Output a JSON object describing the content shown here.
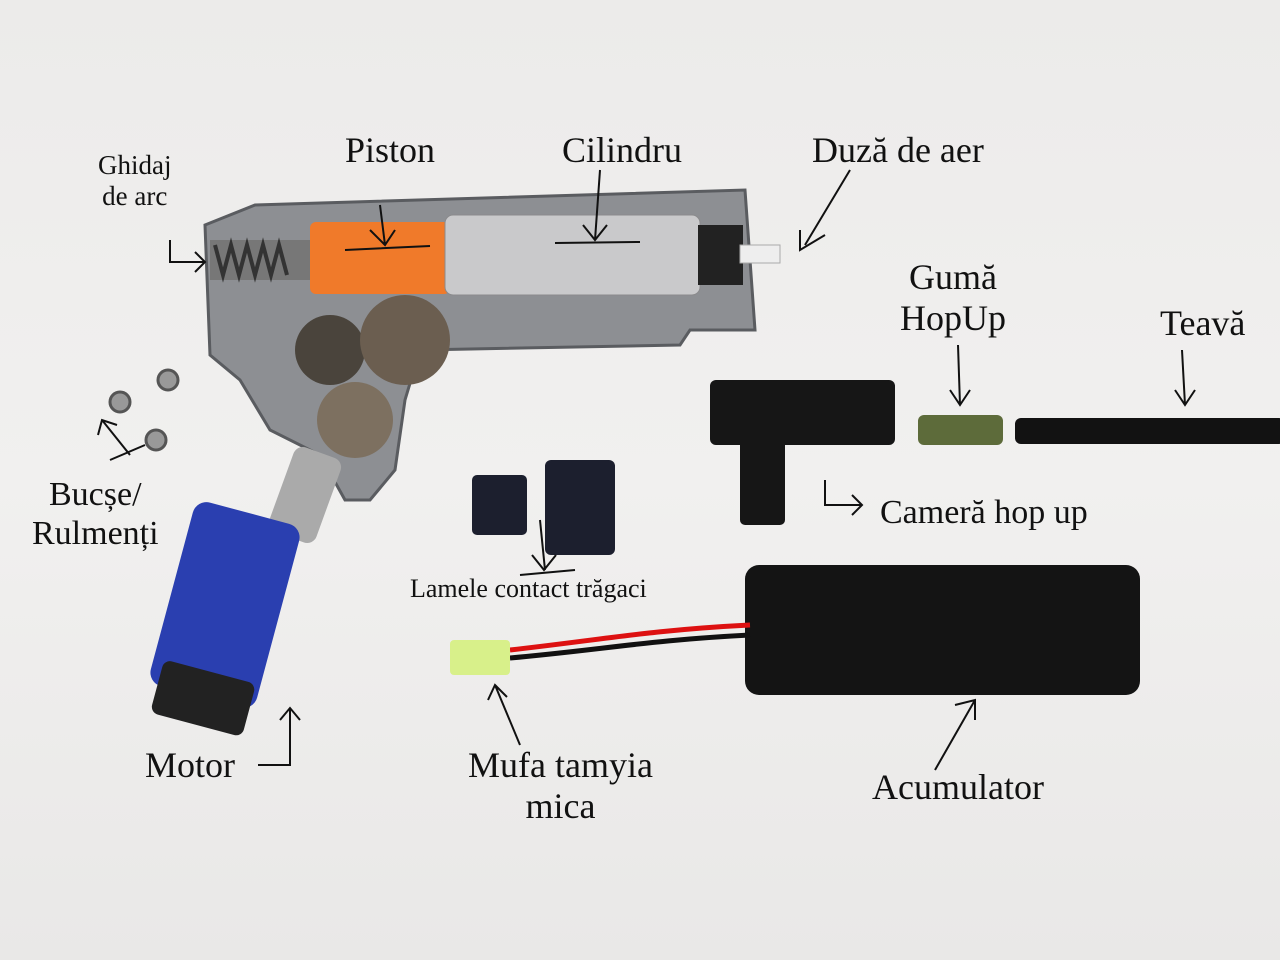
{
  "labels": {
    "spring_guide": [
      "Ghidaj",
      "de arc"
    ],
    "piston": "Piston",
    "cylinder": "Cilindru",
    "air_nozzle": "Duză de aer",
    "hopup_rubber": [
      "Gumă",
      "HopUp"
    ],
    "barrel": "Teavă",
    "bushings": [
      "Bucșe/",
      "Rulmenți"
    ],
    "hopup_chamber": "Cameră hop up",
    "trigger_contacts": "Lamele contact trăgaci",
    "motor": "Motor",
    "tamiya_plug": [
      "Mufa tamyia",
      "mica"
    ],
    "battery": "Acumulator"
  },
  "colors": {
    "background": "#eeedec",
    "piston": "#f07a2a",
    "cylinder": "#c9c9cb",
    "motor": "#2a3fb0",
    "hopup_rubber": "#5d6b3a",
    "battery": "#141414",
    "tamiya_plug": "#d8f08a"
  }
}
